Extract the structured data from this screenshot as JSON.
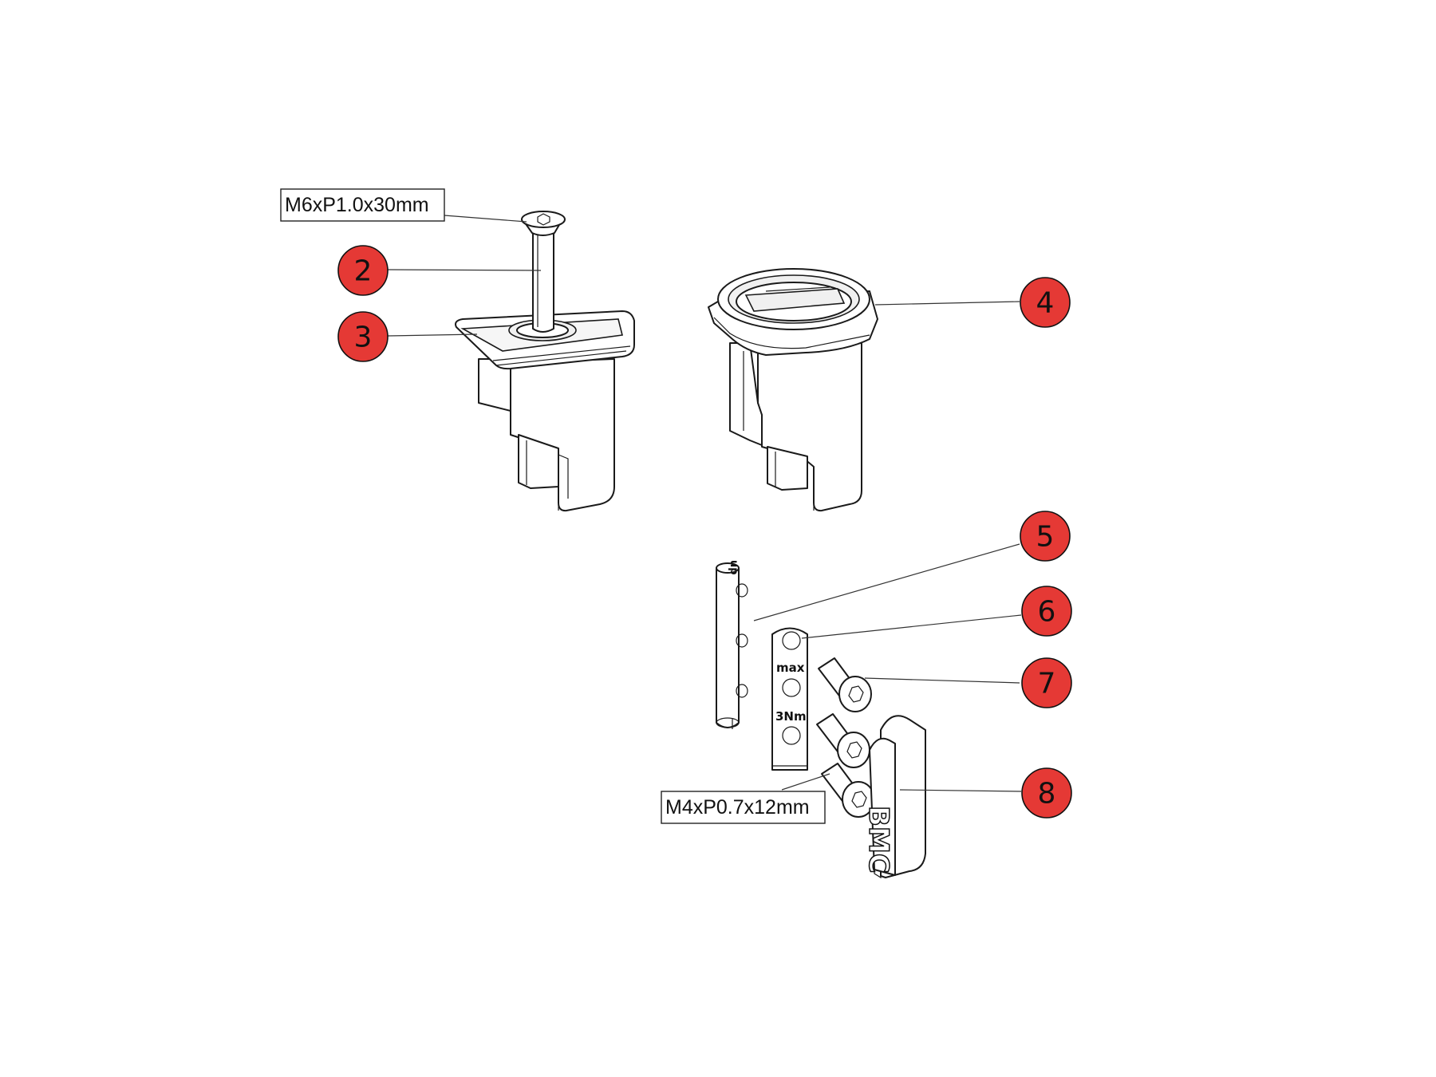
{
  "callouts": [
    {
      "id": "callout-2",
      "number": "2"
    },
    {
      "id": "callout-3",
      "number": "3"
    },
    {
      "id": "callout-4",
      "number": "4"
    },
    {
      "id": "callout-5",
      "number": "5"
    },
    {
      "id": "callout-6",
      "number": "6"
    },
    {
      "id": "callout-7",
      "number": "7"
    },
    {
      "id": "callout-8",
      "number": "8"
    }
  ],
  "specs": {
    "top_bolt": "M6xP1.0x30mm",
    "small_bolts": "M4xP0.7x12mm"
  },
  "part_markings": {
    "pin_mark": "up",
    "plate_max": "max",
    "plate_torque": "3Nm",
    "cover_logo": "BMC"
  },
  "colors": {
    "callout_fill": "#e53935",
    "line": "#1a1a1a",
    "background": "#ffffff"
  }
}
